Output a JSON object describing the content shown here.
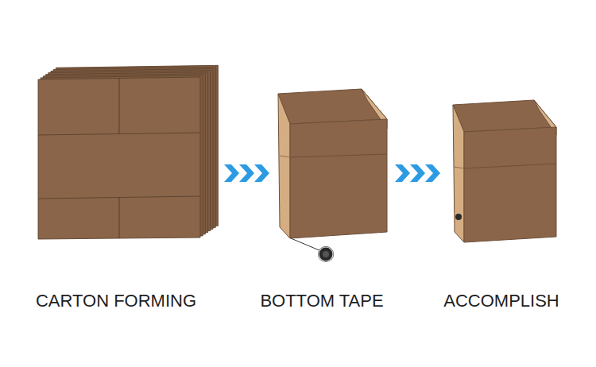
{
  "diagram": {
    "labels": [
      "CARTON FORMING",
      "BOTTOM TAPE",
      "ACCOMPLISH"
    ]
  }
}
